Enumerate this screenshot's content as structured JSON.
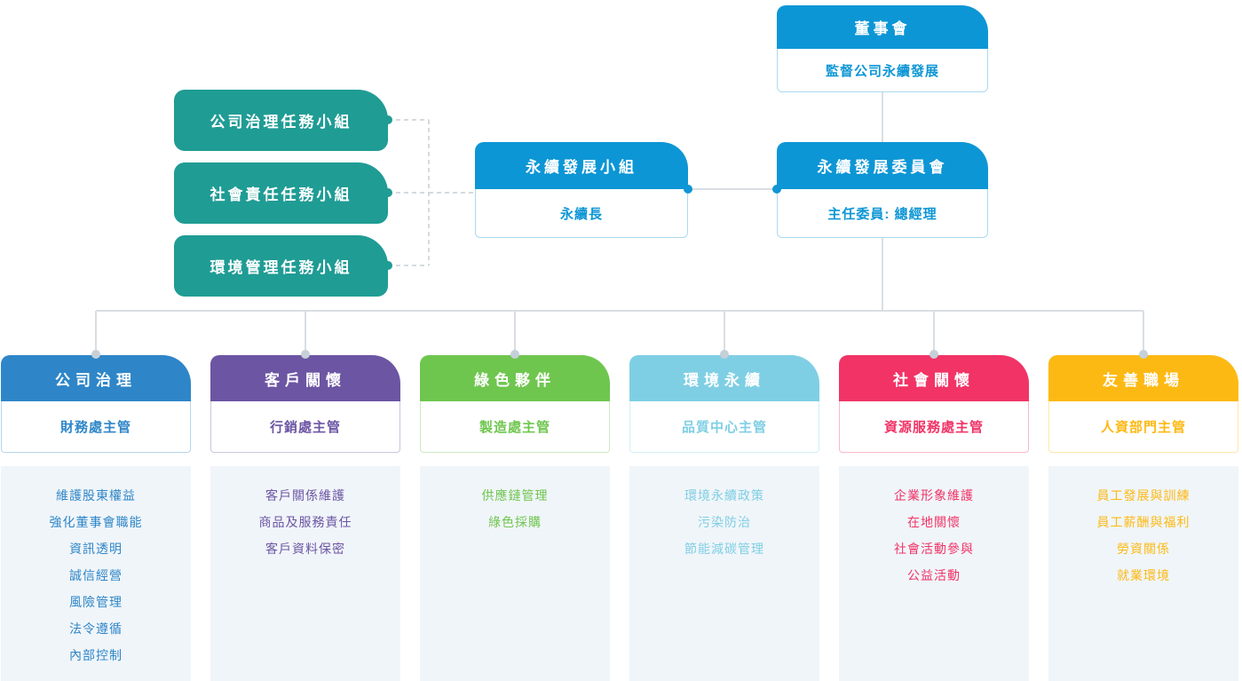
{
  "palette": {
    "blue": "#0D96D5",
    "teal": "#1F9C94"
  },
  "org": {
    "board": {
      "title": "董事會",
      "subtitle": "監督公司永續發展"
    },
    "team": {
      "title": "永續發展小組",
      "subtitle": "永續長"
    },
    "committee": {
      "title": "永續發展委員會",
      "subtitle": "主任委員: 總經理"
    },
    "task_forces": [
      {
        "label": "公司治理任務小組"
      },
      {
        "label": "社會責任任務小組"
      },
      {
        "label": "環境管理任務小組"
      }
    ]
  },
  "cards": [
    {
      "title": "公司治理",
      "manager": "財務處主管",
      "color": "#2E86C8",
      "items": [
        "維護股東權益",
        "強化董事會職能",
        "資訊透明",
        "誠信經營",
        "風險管理",
        "法令遵循",
        "內部控制"
      ]
    },
    {
      "title": "客戶關懷",
      "manager": "行銷處主管",
      "color": "#6C55A3",
      "items": [
        "客戶關係維護",
        "商品及服務責任",
        "客戶資料保密"
      ]
    },
    {
      "title": "綠色夥伴",
      "manager": "製造處主管",
      "color": "#6FC64F",
      "items": [
        "供應鏈管理",
        "綠色採購"
      ]
    },
    {
      "title": "環境永續",
      "manager": "品質中心主管",
      "color": "#7FCFE4",
      "items": [
        "環境永續政策",
        "污染防治",
        "節能減碳管理"
      ]
    },
    {
      "title": "社會關懷",
      "manager": "資源服務處主管",
      "color": "#F13366",
      "items": [
        "企業形象維護",
        "在地關懷",
        "社會活動參與",
        "公益活動"
      ]
    },
    {
      "title": "友善職場",
      "manager": "人資部門主管",
      "color": "#FDB913",
      "items": [
        "員工發展與訓練",
        "員工薪酬與福利",
        "勞資關係",
        "就業環境"
      ]
    }
  ]
}
